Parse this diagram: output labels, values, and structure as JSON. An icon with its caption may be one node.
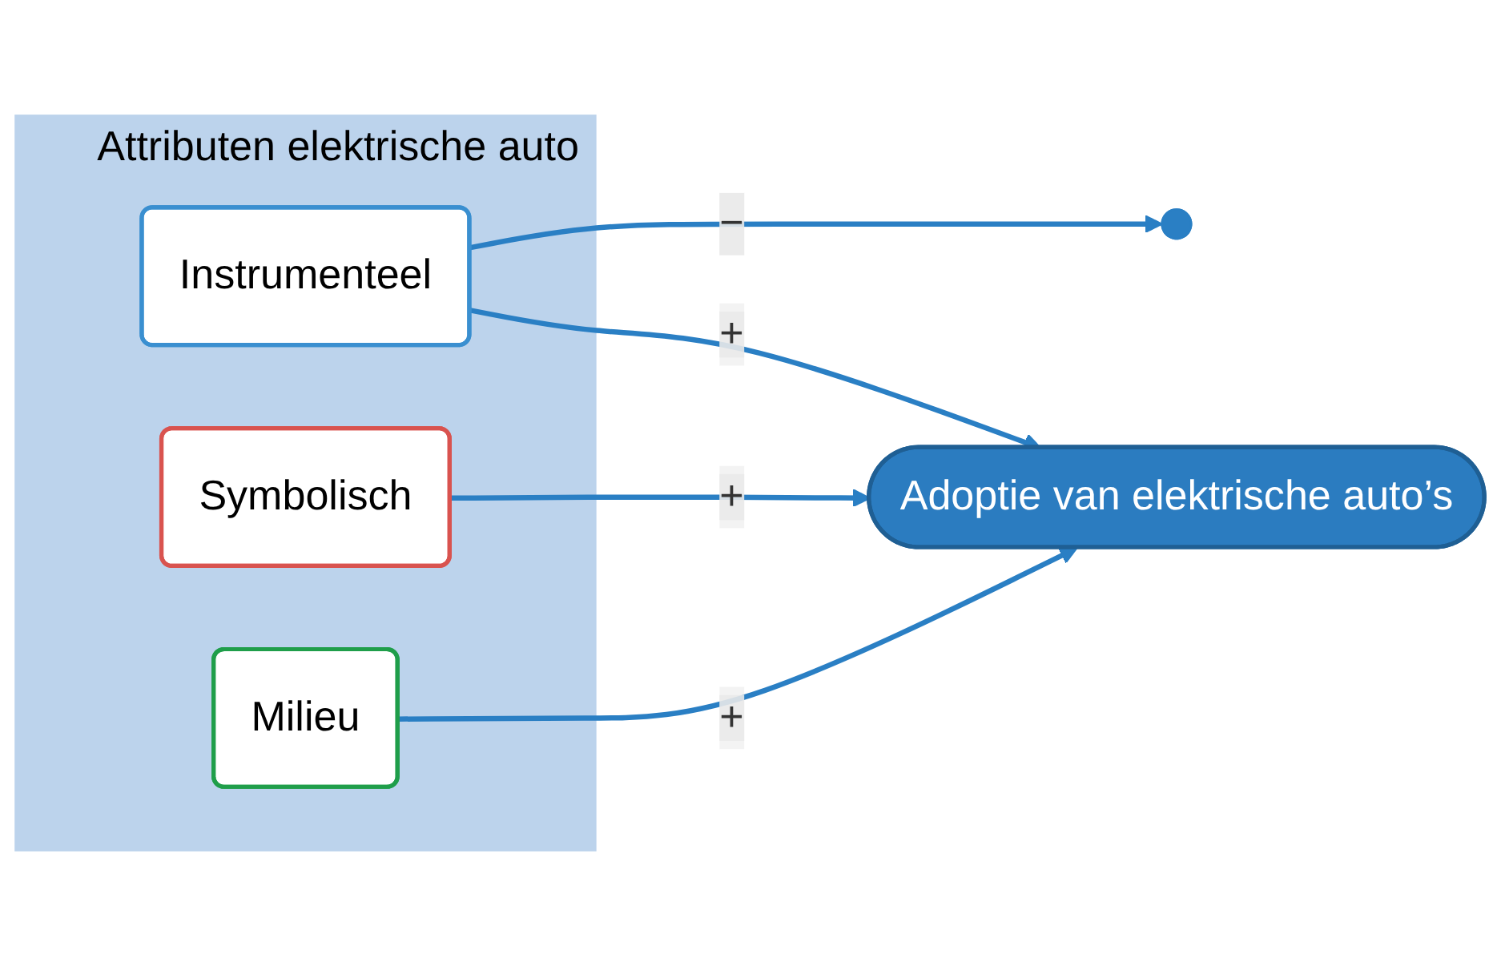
{
  "diagram": {
    "nodes": [
      {
        "text": [
          "Attributen elektrische auto"
        ]
      },
      {
        "text": [
          "Instrumenteel"
        ],
        "in": 0
      },
      {
        "text": [
          "Symbolisch"
        ],
        "in": 0
      },
      {
        "text": [
          "Milieu"
        ],
        "in": 0
      },
      {
        "text": [
          "Adoptie van elektrische auto’s"
        ]
      }
    ],
    "edges": [
      {
        "from": 1,
        "to": 4,
        "arrow": "to",
        "label": "+"
      },
      {
        "from": 1,
        "to": null,
        "arrow": "to",
        "label": "−"
      },
      {
        "from": 2,
        "to": 4,
        "arrow": "to",
        "label": "+"
      },
      {
        "from": 3,
        "to": 4,
        "arrow": "to",
        "label": "+"
      }
    ]
  }
}
